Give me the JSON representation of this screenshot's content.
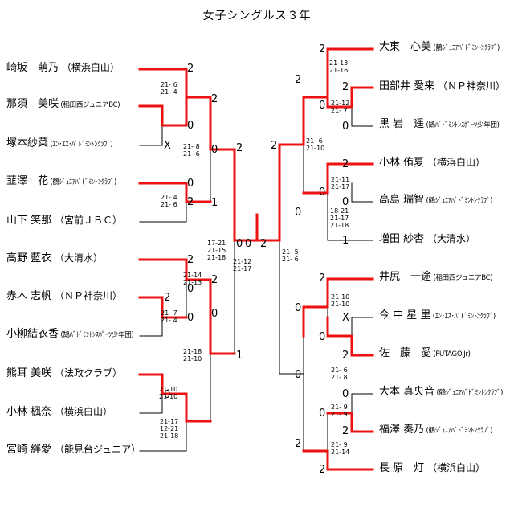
{
  "title": "女子シングルス３年",
  "left_players": [
    {
      "name": "崎坂　萌乃",
      "club": "（横浜白山）",
      "small": false
    },
    {
      "name": "那須　美咲",
      "club": "(稲田西ジュニアBC)",
      "small": true
    },
    {
      "name": "塚本紗菜",
      "club": "(ｴﾝ･ｴｽ･ﾊﾞﾄﾞﾐﾝﾄﾝｸﾗﾌﾞ)",
      "small": true
    },
    {
      "name": "韮澤　花",
      "club": "(鶴ｼﾞｭﾆｱﾊﾞﾄﾞﾐﾝﾄﾝｸﾗﾌﾞ)",
      "small": true
    },
    {
      "name": "山下 笑那",
      "club": "（宮前ＪＢＣ）",
      "small": false
    },
    {
      "name": "高野 藍衣",
      "club": "（大清水）",
      "small": false
    },
    {
      "name": "赤木 志帆",
      "club": "（ＮＰ神奈川）",
      "small": false
    },
    {
      "name": "小柳結衣香",
      "club": "(鵠ﾊﾞﾄﾞﾐﾝﾄﾝｽﾎﾟｰﾂ少年団)",
      "small": true
    },
    {
      "name": "熊耳 美咲",
      "club": "（法政クラブ）",
      "small": false
    },
    {
      "name": "小林 楓奈",
      "club": "（横浜白山）",
      "small": false
    },
    {
      "name": "宮崎 絆愛",
      "club": "（能見台ジュニア）",
      "small": false
    }
  ],
  "right_players": [
    {
      "name": "大東　心美",
      "club": "(鶴ｼﾞｭﾆｱﾊﾞﾄﾞﾐﾝﾄﾝｸﾗﾌﾞ)",
      "small": true
    },
    {
      "name": "田部井 愛来",
      "club": "（ＮＰ神奈川）",
      "small": false
    },
    {
      "name": "黒 岩　遥",
      "club": "(鵠ﾊﾞﾄﾞﾐﾝﾄﾝｽﾎﾟｰﾂ少年団)",
      "small": true
    },
    {
      "name": "小林 侑夏",
      "club": "（横浜白山）",
      "small": false
    },
    {
      "name": "高島 瑞智",
      "club": "(鶴ｼﾞｭﾆｱﾊﾞﾄﾞﾐﾝﾄﾝｸﾗﾌﾞ)",
      "small": true
    },
    {
      "name": "増田 紗杏",
      "club": "（大清水）",
      "small": false
    },
    {
      "name": "井尻　一途",
      "club": "(稲田西ジュニアBC)",
      "small": true
    },
    {
      "name": "今 中 星 里",
      "club": "(ｴﾝ･ｴｽ･ﾊﾞﾄﾞﾐﾝﾄﾝｸﾗﾌﾞ)",
      "small": true
    },
    {
      "name": "佐　藤　愛",
      "club": "(FUTAGO.Jr)",
      "small": true
    },
    {
      "name": "大本 真央音",
      "club": "(鶴ｼﾞｭﾆｱﾊﾞﾄﾞﾐﾝﾄﾝｸﾗﾌﾞ)",
      "small": true
    },
    {
      "name": "福澤 奏乃",
      "club": "(鶴ｼﾞｭﾆｱﾊﾞﾄﾞﾐﾝﾄﾝｸﾗﾌﾞ)",
      "small": true
    },
    {
      "name": "長 原　灯",
      "club": "（横浜白山）",
      "small": false
    }
  ],
  "scores": [
    "21- 6\n21- 4",
    "21- 8\n21- 6",
    "21- 4\n21- 6",
    "21-14\n21-13",
    "21- 7\n21- 4",
    "21-10\n21-10",
    "21-17\n12-21\n21-18",
    "21-18\n21-10",
    "17-21\n21-15\n21-18",
    "21-12\n21-17",
    "21-13\n21-16",
    "21-12\n21- 7",
    "21- 6\n21-10",
    "21-11\n21-17",
    "18-21\n21-17\n21-18",
    "21- 5\n21- 6",
    "21-10\n21-10",
    "21- 6\n21- 8",
    "21- 9\n21- 9",
    "21- 9\n21-14"
  ],
  "counts": [
    "2",
    "0",
    "X",
    "2",
    "0",
    "2",
    "0",
    "2",
    "0",
    "2",
    "0",
    "1",
    "0",
    "2",
    "2",
    "0",
    "0",
    "1",
    "2",
    "0",
    "0",
    "2",
    "0",
    "2",
    "0",
    "1",
    "2",
    "0",
    "X",
    "0",
    "2",
    "2",
    "0",
    "0",
    "0",
    "2",
    "2",
    "2"
  ]
}
